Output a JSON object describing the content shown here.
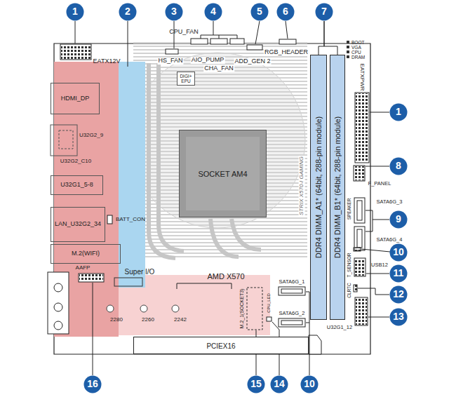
{
  "diagram": {
    "nodes": [
      {
        "text": [
          "1"
        ]
      },
      {
        "text": [
          "2"
        ]
      },
      {
        "text": [
          "3"
        ]
      },
      {
        "text": [
          "4"
        ]
      },
      {
        "text": [
          "5"
        ]
      },
      {
        "text": [
          "6"
        ]
      },
      {
        "text": [
          "7"
        ]
      },
      {
        "text": [
          "DDR4 DIMM_A1* (64bit, 288-pin module)"
        ]
      },
      {
        "text": [
          "DDR4 DIMM_B1* (64bit, 288-pin module)"
        ]
      },
      {
        "text": [
          "DIGI+ EPU"
        ]
      },
      {
        "text": [
          "HDMI_DP"
        ]
      },
      {
        "text": [
          "SOCKET AM4"
        ]
      },
      {
        "text": [
          "U32G1_5-8"
        ]
      },
      {
        "text": [
          "LAN_U32G2_34"
        ]
      },
      {
        "text": [
          "M.2(WIFI)"
        ]
      },
      {
        "text": [
          "PCIEX16"
        ]
      },
      {
        "text": [
          "1"
        ]
      },
      {
        "text": [
          "8"
        ]
      },
      {
        "text": [
          "9"
        ]
      },
      {
        "text": [
          "10"
        ]
      },
      {
        "text": [
          "11"
        ]
      },
      {
        "text": [
          "12"
        ]
      },
      {
        "text": [
          "13"
        ]
      },
      {
        "text": [
          "16"
        ]
      },
      {
        "text": [
          "15"
        ]
      },
      {
        "text": [
          "14"
        ]
      },
      {
        "text": [
          "10"
        ]
      }
    ],
    "edges": [
      {
        "from": 6,
        "to": 7,
        "arrow": "none"
      },
      {
        "from": 6,
        "to": 8,
        "arrow": "none"
      }
    ],
    "labels": [
      "EATX12V",
      "CPU_FAN",
      "HS_FAN",
      "AIO_PUMP",
      "RGB_HEADER",
      "BOOT",
      "VGA",
      "CPU",
      "DRAM",
      "ADD_GEN 2",
      "CHA_FAN",
      "EATXPWR",
      "U32G2_9",
      "U32G2_C10",
      "F_PANEL",
      "SATA6G_3",
      "STRIX X570-I GAMING",
      "SPEAKER",
      "BATT_CON",
      "SATA6G_4",
      "T_SENSOR",
      "USB12",
      "AAFP",
      "Super I/O",
      "AMD X570",
      "SATA6G_1",
      "CLRTC",
      "2280",
      "2260",
      "2242",
      "M.2_1(SOCKET3)",
      "CPU_LED",
      "SATA6G_2",
      "U32G1_12"
    ]
  }
}
